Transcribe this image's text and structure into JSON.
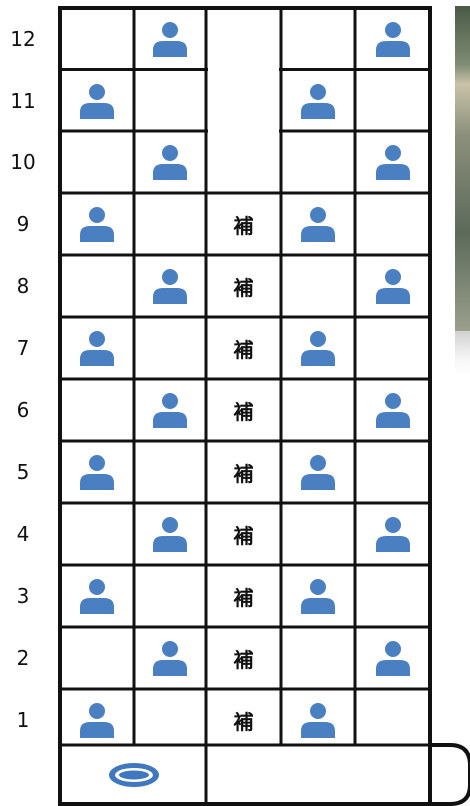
{
  "rows": [
    {
      "number": "12",
      "seats": [
        false,
        true,
        null,
        false,
        true
      ]
    },
    {
      "number": "11",
      "seats": [
        true,
        false,
        null,
        true,
        false
      ]
    },
    {
      "number": "10",
      "seats": [
        false,
        true,
        null,
        false,
        true
      ]
    },
    {
      "number": "9",
      "seats": [
        true,
        false,
        "補",
        true,
        false
      ]
    },
    {
      "number": "8",
      "seats": [
        false,
        true,
        "補",
        false,
        true
      ]
    },
    {
      "number": "7",
      "seats": [
        true,
        false,
        "補",
        true,
        false
      ]
    },
    {
      "number": "6",
      "seats": [
        false,
        true,
        "補",
        false,
        true
      ]
    },
    {
      "number": "5",
      "seats": [
        true,
        false,
        "補",
        true,
        false
      ]
    },
    {
      "number": "4",
      "seats": [
        false,
        true,
        "補",
        false,
        true
      ]
    },
    {
      "number": "3",
      "seats": [
        true,
        false,
        "補",
        true,
        false
      ]
    },
    {
      "number": "2",
      "seats": [
        false,
        true,
        "補",
        false,
        true
      ]
    },
    {
      "number": "1",
      "seats": [
        true,
        false,
        "補",
        true,
        false
      ]
    }
  ],
  "colors": {
    "person": "#4a7fc1",
    "steering": "#3f78bf",
    "line": "#111111"
  },
  "icons": {
    "occupied_seat": "person-icon",
    "driver": "steering-wheel-icon"
  }
}
